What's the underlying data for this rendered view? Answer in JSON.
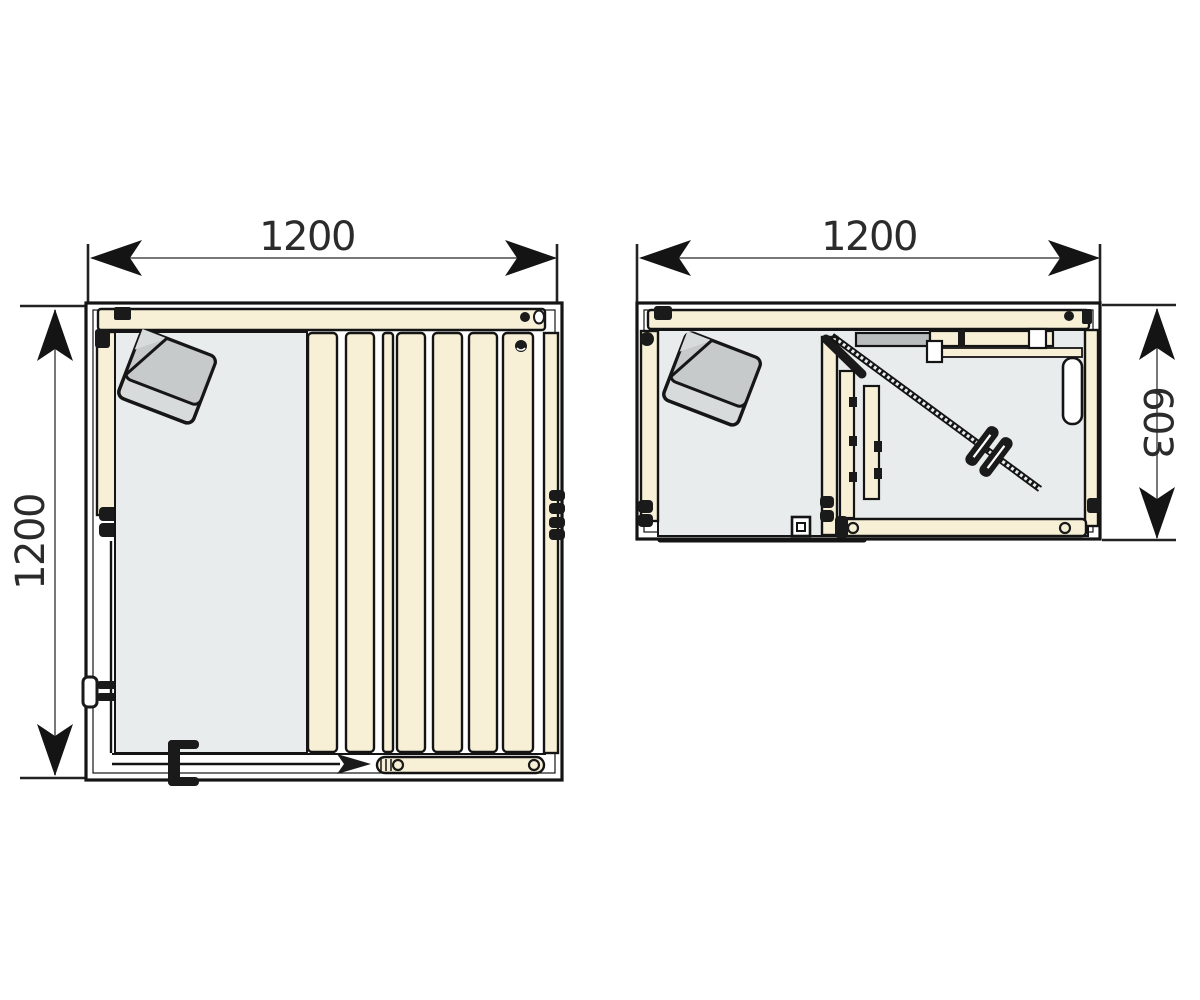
{
  "diagram": {
    "description": "Two dimensioned top-view technical drawings of a sauna cabin: assembled floor plan and folded (packed) plan",
    "views": [
      {
        "id": "plan-assembled",
        "width_label": "1200",
        "height_label": "1200"
      },
      {
        "id": "plan-folded",
        "width_label": "1200",
        "depth_label": "603"
      }
    ],
    "colors": {
      "panel_cream": "#F7F0D6",
      "floor_gray": "#E9ECEC",
      "heater_gray": "#C6CACA",
      "heater_gray_light": "#D8DBDB",
      "hardware_black": "#1A1A1A",
      "dim_line_gray": "#787878",
      "bar_gray": "#B9BDBD"
    }
  }
}
